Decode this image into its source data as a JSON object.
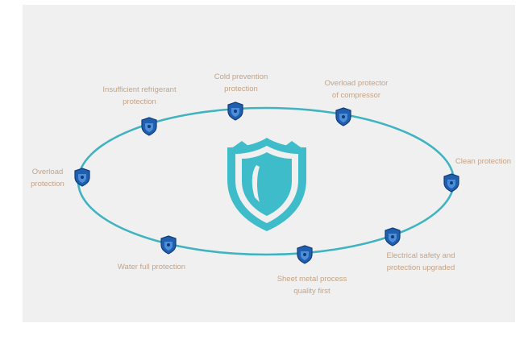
{
  "colors": {
    "ring": "#3fb3c0",
    "badge": "#1f5fae",
    "badge_dark": "#113b7c",
    "label": "#c4a385",
    "center_shield": "#3fbcc9",
    "background": "#f0f0f0"
  },
  "center": {
    "icon": "shield-icon"
  },
  "features": [
    {
      "label": "Cold prevention\nprotection",
      "icon": "shield-badge-icon"
    },
    {
      "label": "Overload protector\nof compressor",
      "icon": "shield-badge-icon"
    },
    {
      "label": "Clean protection",
      "icon": "shield-badge-icon"
    },
    {
      "label": "Electrical safety and\nprotection upgraded",
      "icon": "shield-badge-icon"
    },
    {
      "label": "Sheet metal process\nquality first",
      "icon": "shield-badge-icon"
    },
    {
      "label": "Water full protection",
      "icon": "shield-badge-icon"
    },
    {
      "label": "Overload\nprotection",
      "icon": "shield-badge-icon"
    },
    {
      "label": "Insufficient refrigerant\nprotection",
      "icon": "shield-badge-icon"
    }
  ]
}
